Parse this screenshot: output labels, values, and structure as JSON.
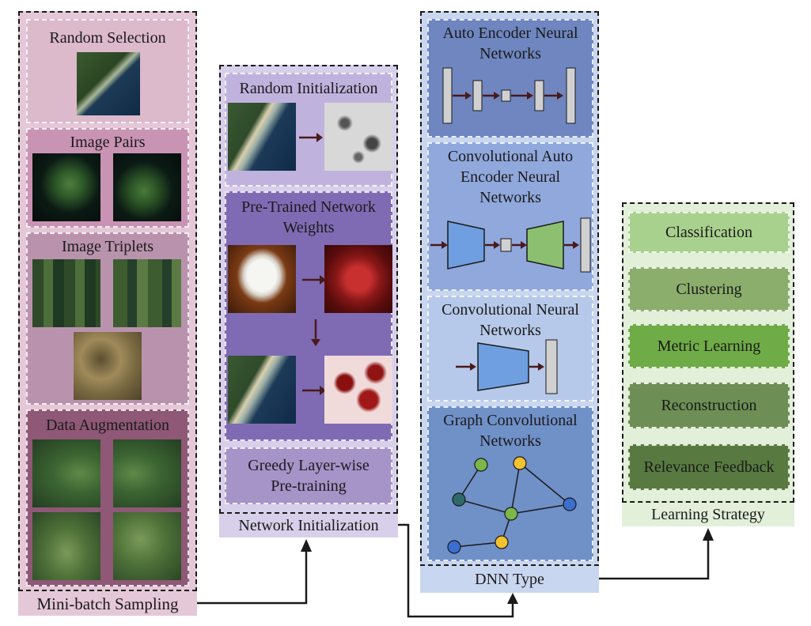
{
  "mini_batch": {
    "footer": "Mini-batch Sampling",
    "random_selection": "Random Selection",
    "image_pairs": "Image Pairs",
    "image_triplets": "Image Triplets",
    "data_augmentation": "Data Augmentation"
  },
  "network_init": {
    "footer": "Network Initialization",
    "random_init": "Random Initialization",
    "pretrained_line1": "Pre-Trained Network",
    "pretrained_line2": "Weights",
    "greedy_line1": "Greedy Layer-wise",
    "greedy_line2": "Pre-training"
  },
  "dnn_type": {
    "footer": "DNN Type",
    "autoencoder_line1": "Auto Encoder Neural",
    "autoencoder_line2": "Networks",
    "conv_ae_line1": "Convolutional Auto",
    "conv_ae_line2": "Encoder Neural",
    "conv_ae_line3": "Networks",
    "cnn_line1": "Convolutional Neural",
    "cnn_line2": "Networks",
    "gcn_line1": "Graph Convolutional",
    "gcn_line2": "Networks"
  },
  "learning": {
    "footer": "Learning Strategy",
    "items": [
      "Classification",
      "Clustering",
      "Metric Learning",
      "Reconstruction",
      "Relevance Feedback"
    ]
  },
  "colors": {
    "mini_batch_bg": "#e5c8d7",
    "network_init_bg": "#d8d0ea",
    "dnn_bg": "#c9d6ef",
    "learning_bg": "#e2efd9",
    "arrow_dark": "#4a1a1a",
    "gcn_node_green": "#7ab84a",
    "gcn_node_yellow": "#f2c230",
    "gcn_node_teal": "#2f6a6a",
    "gcn_node_blue": "#3a6fd0"
  }
}
